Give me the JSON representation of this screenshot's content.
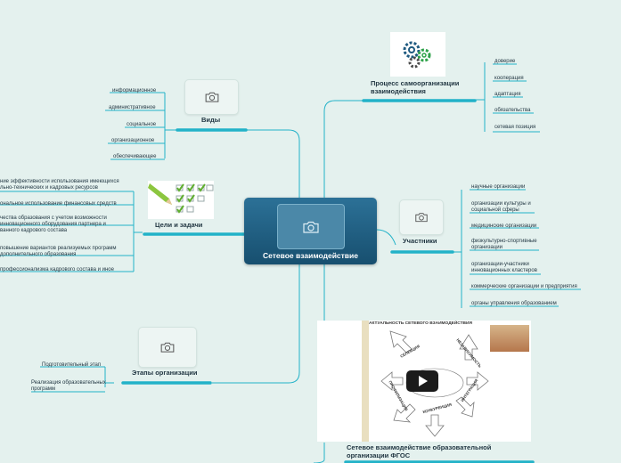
{
  "center": {
    "label": "Сетевое взаимодействие"
  },
  "branches": {
    "vidy": {
      "label": "Виды",
      "items": [
        "информационное",
        "административное",
        "социальное",
        "организационное",
        "обеспечивающее"
      ]
    },
    "tseli": {
      "label": "Цели и задачи",
      "items": [
        "ние эффективности использования имеющихся льно-технических и кадровых ресурсов",
        "ональное использование финансовых средств",
        "чества образования с учетом возможности инновационного оборудования партнера и ванного кадрового состава",
        "повышение вариантов реализуемых программ дополнительного образования",
        "профессионализма кадрового состава и иное"
      ]
    },
    "etapy": {
      "label": "Этапы организации",
      "items": [
        "Подготовительный этап",
        "Реализация образовательных программ"
      ]
    },
    "protsess": {
      "label": "Процесс самоорганизации взаимодействия",
      "items": [
        "доверие",
        "кооперация",
        "адаптация",
        "обязательства",
        "сетевая позиция"
      ]
    },
    "uchastniki": {
      "label": "Участники",
      "items": [
        "научные организации",
        "организации культуры и социальной сферы",
        "медицинские организации",
        "физкультурно-спортивные организации",
        "организации-участники инновационных кластеров",
        "коммерческие организации и предприятия",
        "органы управления образованием"
      ]
    },
    "video": {
      "label": "Сетевое взаимодействие образовательной организации ФГОС",
      "title": "АКТУАЛЬНОСТЬ СЕТЕВОГО ВЗАИМОДЕЙСТВИЯ",
      "words": [
        "СЕЛЕКЦИЯ",
        "НЕЗАВИСИМОСТЬ",
        "ИНТЕГРАЦИЯ",
        "КОНКУРЕНЦИЯ",
        "КООПЕРАЦИЯ",
        "ПРОФИЛИЗАЦИЯ"
      ]
    }
  },
  "colors": {
    "line": "#22b2c8",
    "center_top": "#2c7197",
    "center_bottom": "#174f6f"
  }
}
